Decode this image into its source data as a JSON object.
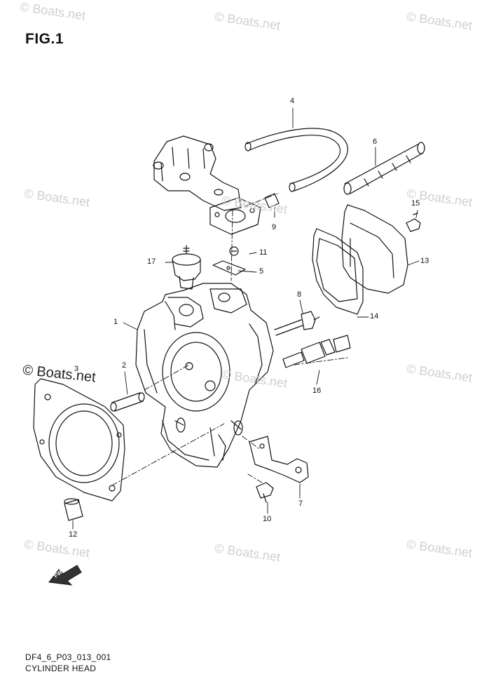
{
  "figure": {
    "title": "FIG.1",
    "code": "DF4_6_P03_013_001",
    "name": "CYLINDER HEAD"
  },
  "watermark": {
    "text": "© Boats.net",
    "color": "#cfcfcf"
  },
  "fwd_label": "FWD",
  "callouts": [
    "1",
    "2",
    "3",
    "4",
    "5",
    "6",
    "7",
    "8",
    "9",
    "10",
    "11",
    "12",
    "13",
    "14",
    "15",
    "16",
    "17"
  ]
}
